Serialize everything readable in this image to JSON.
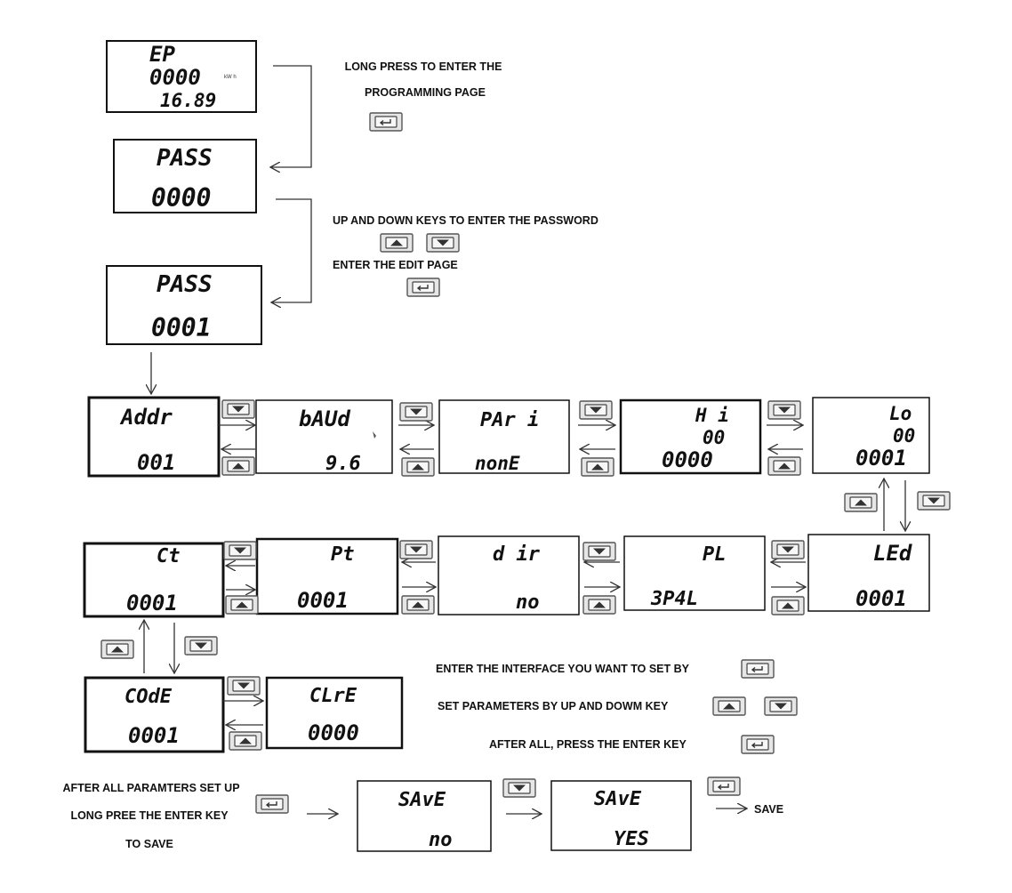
{
  "colors": {
    "ink": "#111111",
    "key_face": "#e6e6e6",
    "background": "#ffffff"
  },
  "icons": {
    "enter_key": "enter-key-icon",
    "up_key": "up-key-icon",
    "down_key": "down-key-icon"
  },
  "screens": {
    "ep": {
      "line1": "EP",
      "line2": "0000",
      "unit": "kW h",
      "line3": "16.89"
    },
    "pass_initial": {
      "line1": "PASS",
      "line2": "0000"
    },
    "pass_entered": {
      "line1": "PASS",
      "line2": "0001"
    },
    "addr": {
      "line1": "Addr",
      "line2": "001"
    },
    "baud": {
      "line1": "bAUd",
      "line2": "9.6"
    },
    "pari": {
      "line1": "PAr i",
      "line2": "nonE"
    },
    "hi": {
      "line1": "H i",
      "line2": "00",
      "line3": "0000"
    },
    "lo": {
      "line1": "Lo",
      "line2": "00",
      "line3": "0001"
    },
    "led": {
      "line1": "LEd",
      "line2": "0001"
    },
    "pl": {
      "line1": "PL",
      "line2": "3P4L"
    },
    "dir": {
      "line1": "d ir",
      "line2": "no"
    },
    "pt": {
      "line1": "Pt",
      "line2": "0001"
    },
    "ct": {
      "line1": "Ct",
      "line2": "0001"
    },
    "code": {
      "line1": "COdE",
      "line2": "0001"
    },
    "clre": {
      "line1": "CLrE",
      "line2": "0000"
    },
    "save_no": {
      "line1": "SAvE",
      "line2": "no"
    },
    "save_yes": {
      "line1": "SAvE",
      "line2": "YES"
    }
  },
  "notes": {
    "long_press_1": "LONG PRESS TO ENTER THE",
    "long_press_2": "PROGRAMMING PAGE",
    "password": "UP AND DOWN KEYS TO ENTER THE PASSWORD",
    "edit_page": "ENTER THE EDIT PAGE",
    "interface": "ENTER THE INTERFACE YOU WANT TO SET BY",
    "set_params": "SET PARAMETERS BY UP AND DOWM KEY",
    "after_all": "AFTER ALL, PRESS THE ENTER KEY",
    "save_1": "AFTER ALL PARAMTERS SET UP",
    "save_2": "LONG PREE THE ENTER KEY",
    "save_3": "TO SAVE",
    "save_label": "SAVE"
  }
}
